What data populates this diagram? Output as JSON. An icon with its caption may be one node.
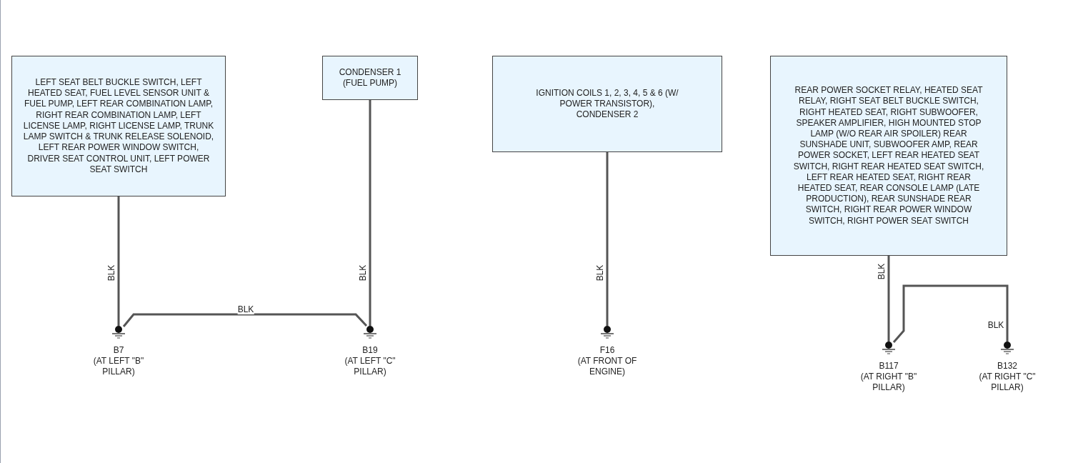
{
  "diagram": {
    "nodes": [
      {
        "text": [
          "LEFT SEAT BELT BUCKLE SWITCH, LEFT HEATED SEAT, FUEL LEVEL SENSOR UNIT & FUEL PUMP, LEFT REAR COMBINATION LAMP, RIGHT REAR COMBINATION LAMP, LEFT LICENSE LAMP, RIGHT LICENSE LAMP, TRUNK LAMP SWITCH & TRUNK RELEASE SOLENOID, LEFT REAR POWER WINDOW SWITCH, DRIVER SEAT CONTROL UNIT, LEFT POWER SEAT SWITCH"
        ]
      },
      {
        "text": [
          "CONDENSER 1 (FUEL PUMP)"
        ]
      },
      {
        "text": [
          "IGNITION COILS 1, 2, 3, 4, 5 & 6 (W/ POWER TRANSISTOR), CONDENSER 2"
        ]
      },
      {
        "text": [
          "REAR POWER SOCKET RELAY, HEATED SEAT RELAY, RIGHT SEAT BELT BUCKLE SWITCH, RIGHT HEATED SEAT, RIGHT SUBWOOFER, SPEAKER AMPLIFIER, HIGH MOUNTED STOP LAMP (W/O REAR AIR SPOILER) REAR SUNSHADE UNIT, SUBWOOFER AMP, REAR POWER SOCKET, LEFT REAR HEATED SEAT SWITCH, RIGHT REAR HEATED SEAT SWITCH, LEFT REAR HEATED SEAT, RIGHT REAR HEATED SEAT, REAR CONSOLE LAMP (LATE PRODUCTION), REAR SUNSHADE REAR SWITCH, RIGHT REAR POWER WINDOW SWITCH, RIGHT POWER SEAT SWITCH"
        ]
      },
      {
        "text": [
          "B7",
          "(AT LEFT \"B\" PILLAR)"
        ]
      },
      {
        "text": [
          "B19",
          "(AT LEFT \"C\" PILLAR)"
        ]
      },
      {
        "text": [
          "F16",
          "(AT FRONT OF ENGINE)"
        ]
      },
      {
        "text": [
          "B117",
          "(AT RIGHT \"B\" PILLAR)"
        ]
      },
      {
        "text": [
          "B132",
          "(AT RIGHT \"C\" PILLAR)"
        ]
      }
    ],
    "edges": [
      {
        "from": 0,
        "to": 4,
        "arrow": "none",
        "label": "BLK"
      },
      {
        "from": 1,
        "to": 5,
        "arrow": "none",
        "label": "BLK"
      },
      {
        "from": 4,
        "to": 5,
        "arrow": "none",
        "label": "BLK"
      },
      {
        "from": 2,
        "to": 6,
        "arrow": "none",
        "label": "BLK"
      },
      {
        "from": 3,
        "to": 7,
        "arrow": "none",
        "label": "BLK"
      },
      {
        "from": 7,
        "to": 8,
        "arrow": "none",
        "label": "BLK"
      }
    ]
  }
}
